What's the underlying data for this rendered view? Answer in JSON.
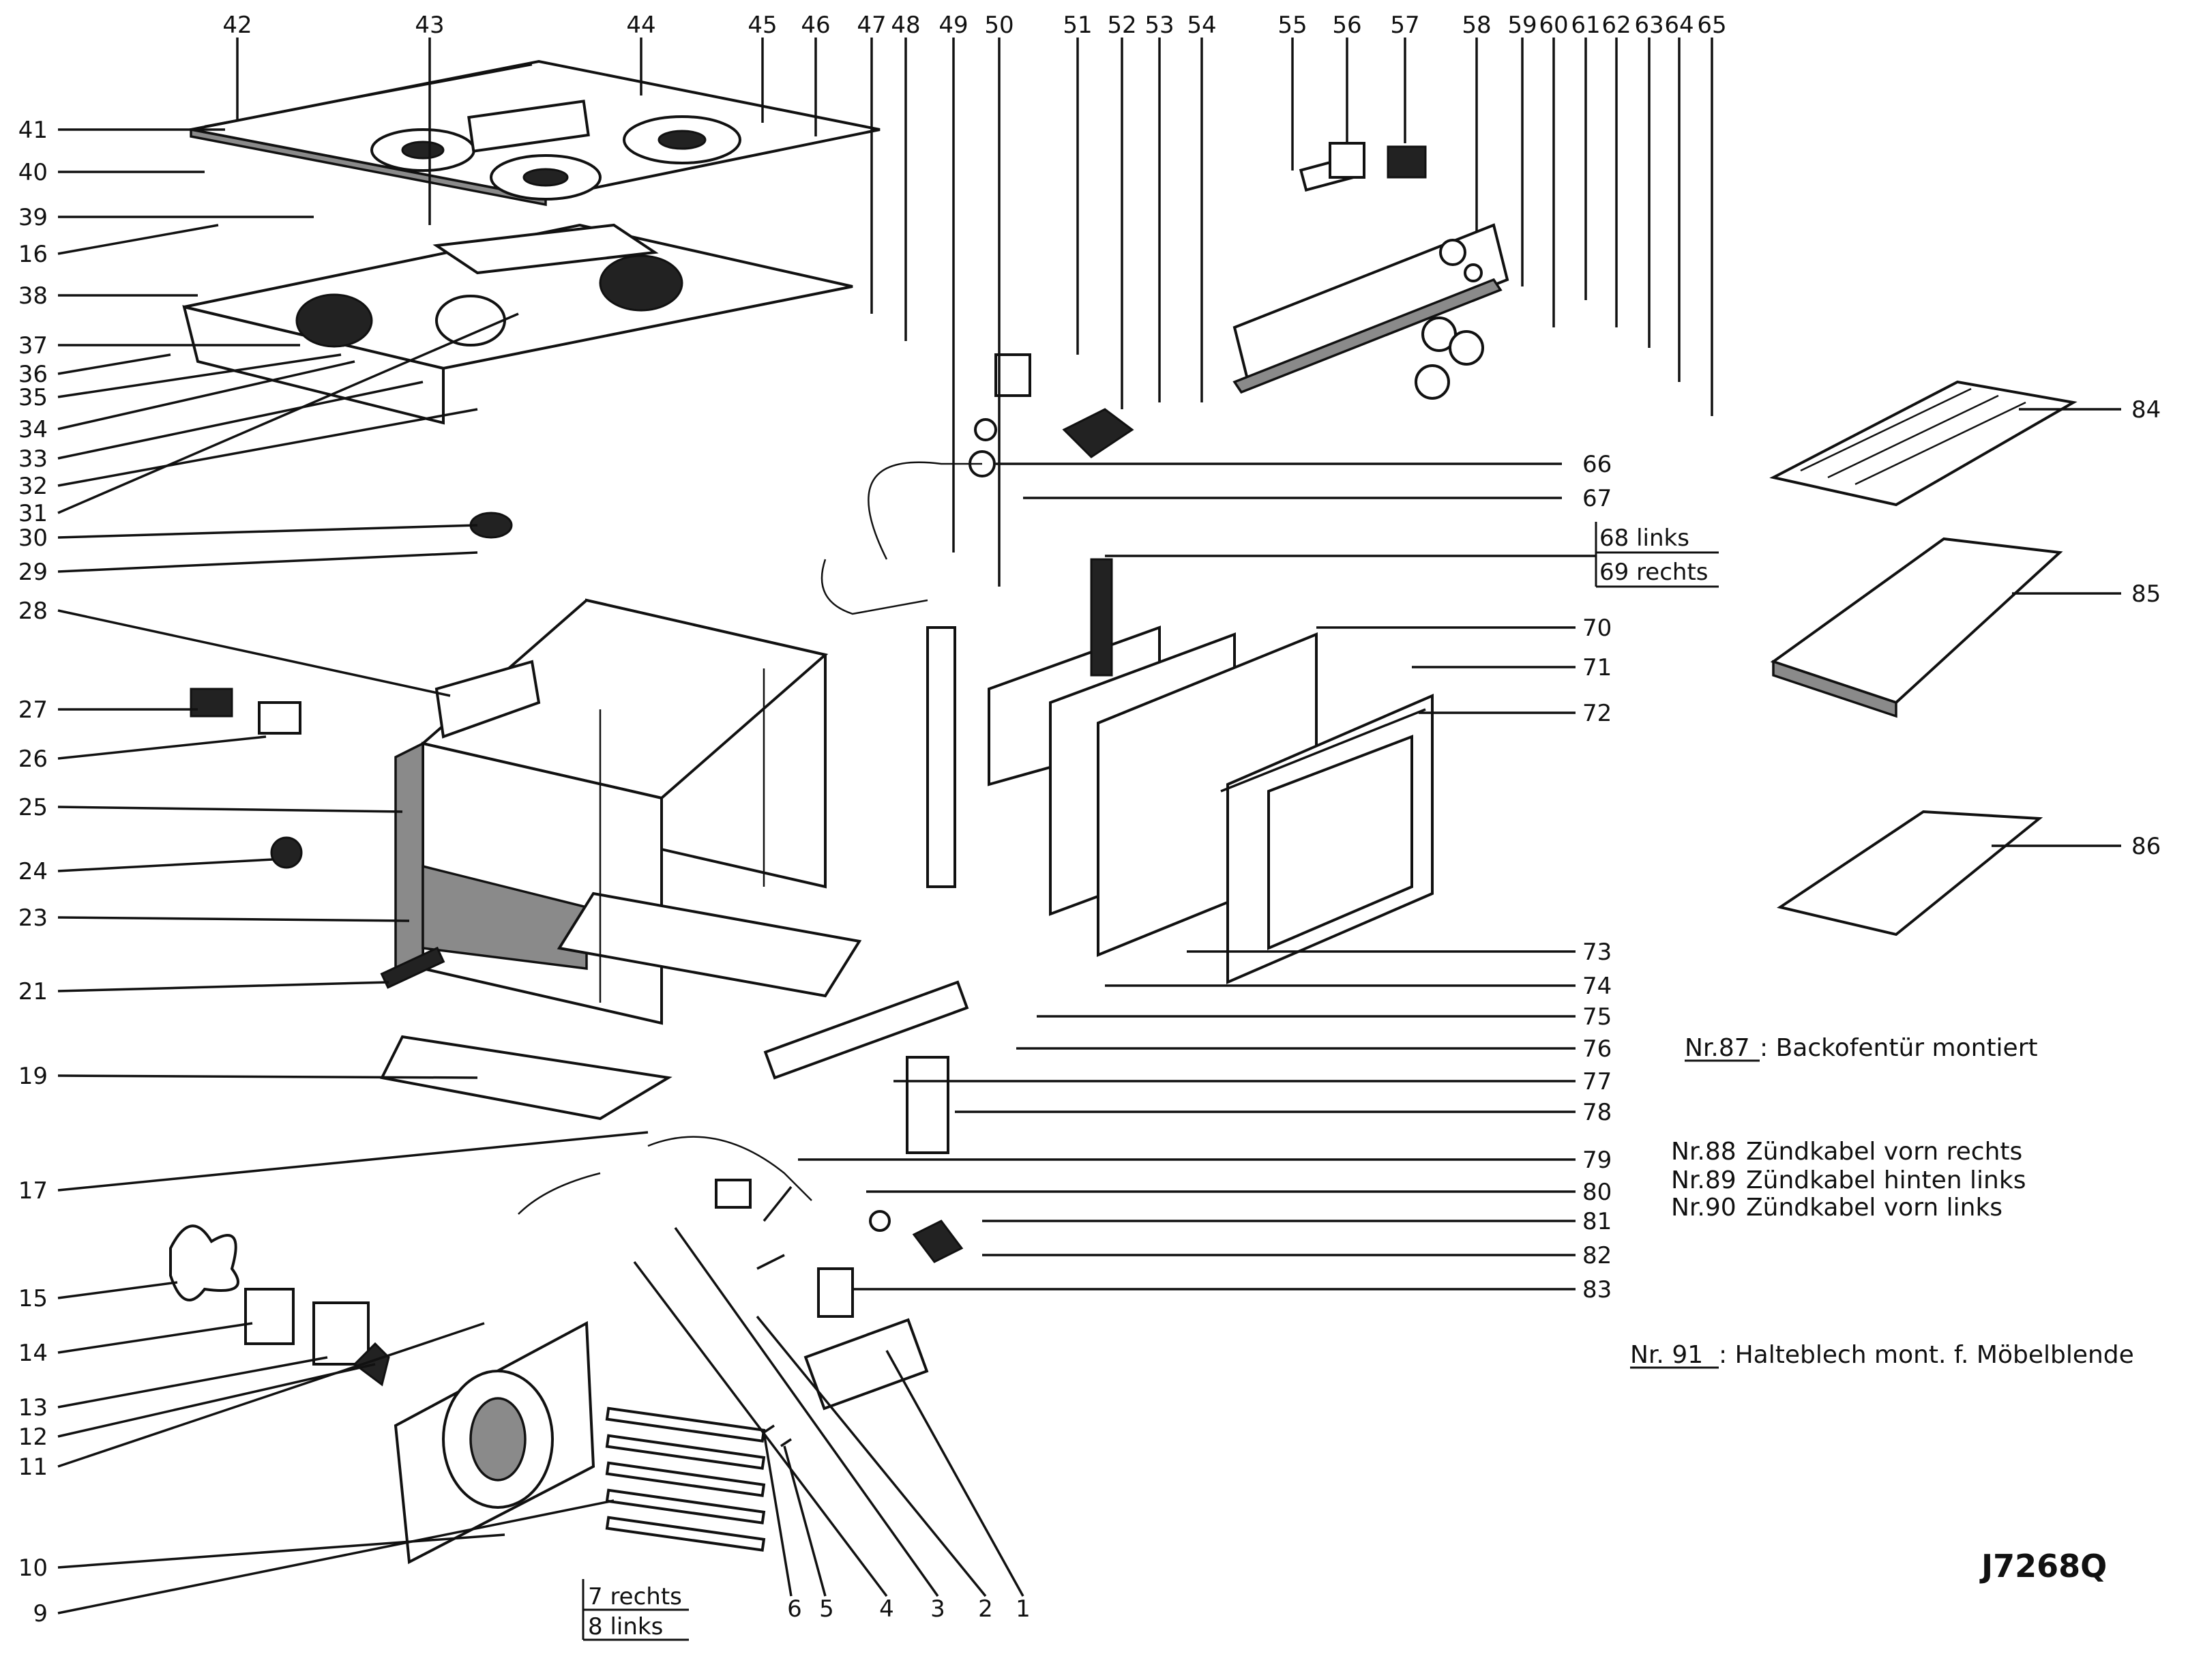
{
  "drawing_code": "J7268Q",
  "top_labels": [
    "42",
    "43",
    "44",
    "45",
    "46",
    "47",
    "48",
    "49",
    "50",
    "51",
    "52",
    "53",
    "54",
    "55",
    "56",
    "57",
    "58",
    "59",
    "60",
    "61",
    "62",
    "63",
    "64",
    "65"
  ],
  "left_labels": [
    "41",
    "40",
    "39",
    "16",
    "38",
    "37",
    "36",
    "35",
    "34",
    "33",
    "32",
    "31",
    "30",
    "29",
    "28",
    "27",
    "26",
    "25",
    "24",
    "23",
    "21",
    "19",
    "17",
    "15",
    "14",
    "13",
    "12",
    "11",
    "10",
    "9"
  ],
  "right_labels": [
    "66",
    "67",
    "70",
    "71",
    "72",
    "73",
    "74",
    "75",
    "76",
    "77",
    "78",
    "79",
    "80",
    "81",
    "82",
    "83",
    "84",
    "85",
    "86"
  ],
  "bottom_labels": [
    "6",
    "5",
    "4",
    "3",
    "2",
    "1"
  ],
  "boxed_labels": {
    "label_68": "68 links",
    "label_69": "69 rechts",
    "label_7": "7 rechts",
    "label_8": "8 links"
  },
  "notes": [
    {
      "id": "Nr.87",
      "text": ": Backofentür montiert"
    },
    {
      "id": "Nr.88",
      "text": "Zündkabel vorn rechts"
    },
    {
      "id": "Nr.89",
      "text": "Zündkabel hinten links"
    },
    {
      "id": "Nr.90",
      "text": "Zündkabel vorn links"
    },
    {
      "id": "Nr. 91",
      "text": ": Halteblech mont. f. Möbelblende"
    }
  ]
}
